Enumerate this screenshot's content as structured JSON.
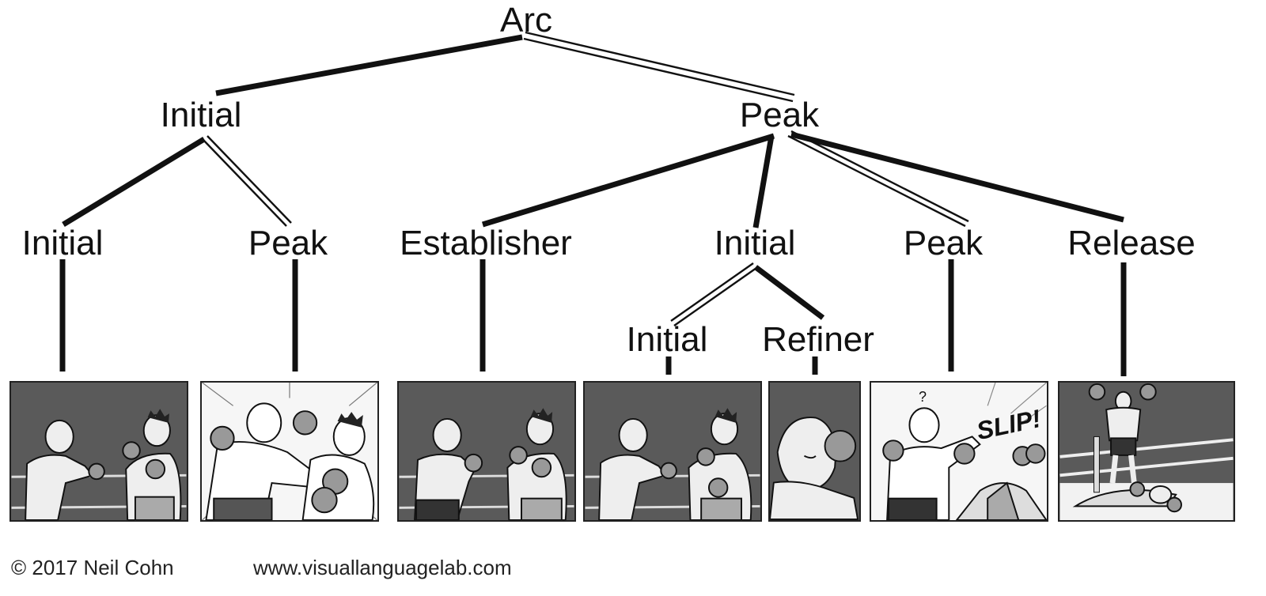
{
  "tree": {
    "root": "Arc",
    "level1": {
      "left": "Initial",
      "right": "Peak"
    },
    "level2": {
      "initial_initial": "Initial",
      "initial_peak": "Peak",
      "peak_establisher": "Establisher",
      "peak_initial": "Initial",
      "peak_peak": "Peak",
      "peak_release": "Release"
    },
    "level3": {
      "initial": "Initial",
      "refiner": "Refiner"
    }
  },
  "panels": {
    "p6_question": "?",
    "p6_sfx": "SLIP!"
  },
  "footer": {
    "copyright": "© 2017 Neil Cohn",
    "website": "www.visuallanguagelab.com"
  }
}
